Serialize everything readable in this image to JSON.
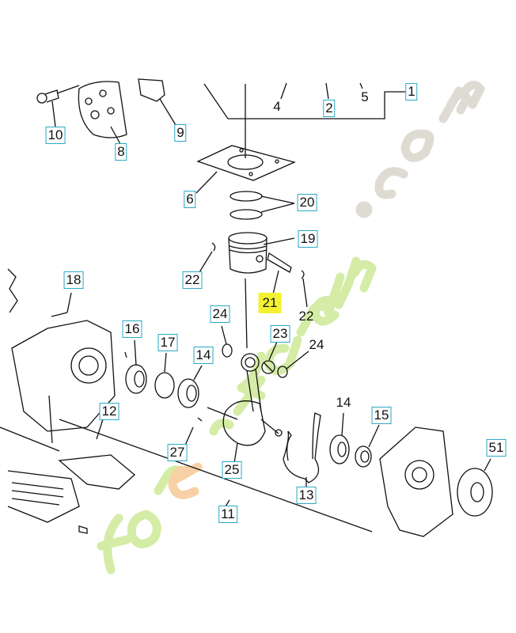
{
  "diagram": {
    "watermark": "foretjardin.com",
    "colors": {
      "label_box": "#29a9c4",
      "highlight": "#f4f230",
      "watermark_green": "#b9e06a",
      "watermark_orange": "#f3b46a",
      "watermark_gray": "#c9c4b6"
    },
    "labels": [
      {
        "text": "1"
      },
      {
        "text": "2"
      },
      {
        "text": "4"
      },
      {
        "text": "5"
      },
      {
        "text": "10"
      },
      {
        "text": "8"
      },
      {
        "text": "9"
      },
      {
        "text": "6"
      },
      {
        "text": "20"
      },
      {
        "text": "19"
      },
      {
        "text": "22"
      },
      {
        "text": "21"
      },
      {
        "text": "22"
      },
      {
        "text": "18"
      },
      {
        "text": "24"
      },
      {
        "text": "23"
      },
      {
        "text": "24"
      },
      {
        "text": "16"
      },
      {
        "text": "17"
      },
      {
        "text": "14"
      },
      {
        "text": "12"
      },
      {
        "text": "14"
      },
      {
        "text": "15"
      },
      {
        "text": "27"
      },
      {
        "text": "25"
      },
      {
        "text": "13"
      },
      {
        "text": "11"
      },
      {
        "text": "51"
      }
    ]
  }
}
